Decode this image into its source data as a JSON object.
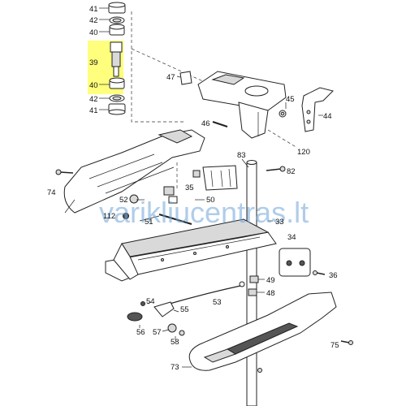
{
  "diagram": {
    "watermark": "varikliucentras.lt",
    "highlight_color": "#ffff66",
    "parts": [
      {
        "id": "41a",
        "number": "41"
      },
      {
        "id": "42a",
        "number": "42"
      },
      {
        "id": "40a",
        "number": "40"
      },
      {
        "id": "39",
        "number": "39",
        "highlighted": true
      },
      {
        "id": "40b",
        "number": "40"
      },
      {
        "id": "42b",
        "number": "42"
      },
      {
        "id": "41b",
        "number": "41"
      },
      {
        "id": "47",
        "number": "47"
      },
      {
        "id": "45",
        "number": "45"
      },
      {
        "id": "44",
        "number": "44"
      },
      {
        "id": "46",
        "number": "46"
      },
      {
        "id": "120",
        "number": "120"
      },
      {
        "id": "83",
        "number": "83"
      },
      {
        "id": "82",
        "number": "82"
      },
      {
        "id": "74",
        "number": "74"
      },
      {
        "id": "35",
        "number": "35"
      },
      {
        "id": "52",
        "number": "52"
      },
      {
        "id": "50",
        "number": "50"
      },
      {
        "id": "112",
        "number": "112"
      },
      {
        "id": "51",
        "number": "51"
      },
      {
        "id": "33",
        "number": "33"
      },
      {
        "id": "34",
        "number": "34"
      },
      {
        "id": "36",
        "number": "36"
      },
      {
        "id": "49",
        "number": "49"
      },
      {
        "id": "48",
        "number": "48"
      },
      {
        "id": "53",
        "number": "53"
      },
      {
        "id": "54",
        "number": "54"
      },
      {
        "id": "55",
        "number": "55"
      },
      {
        "id": "56",
        "number": "56"
      },
      {
        "id": "57",
        "number": "57"
      },
      {
        "id": "58",
        "number": "58"
      },
      {
        "id": "75",
        "number": "75"
      },
      {
        "id": "73",
        "number": "73"
      }
    ]
  }
}
